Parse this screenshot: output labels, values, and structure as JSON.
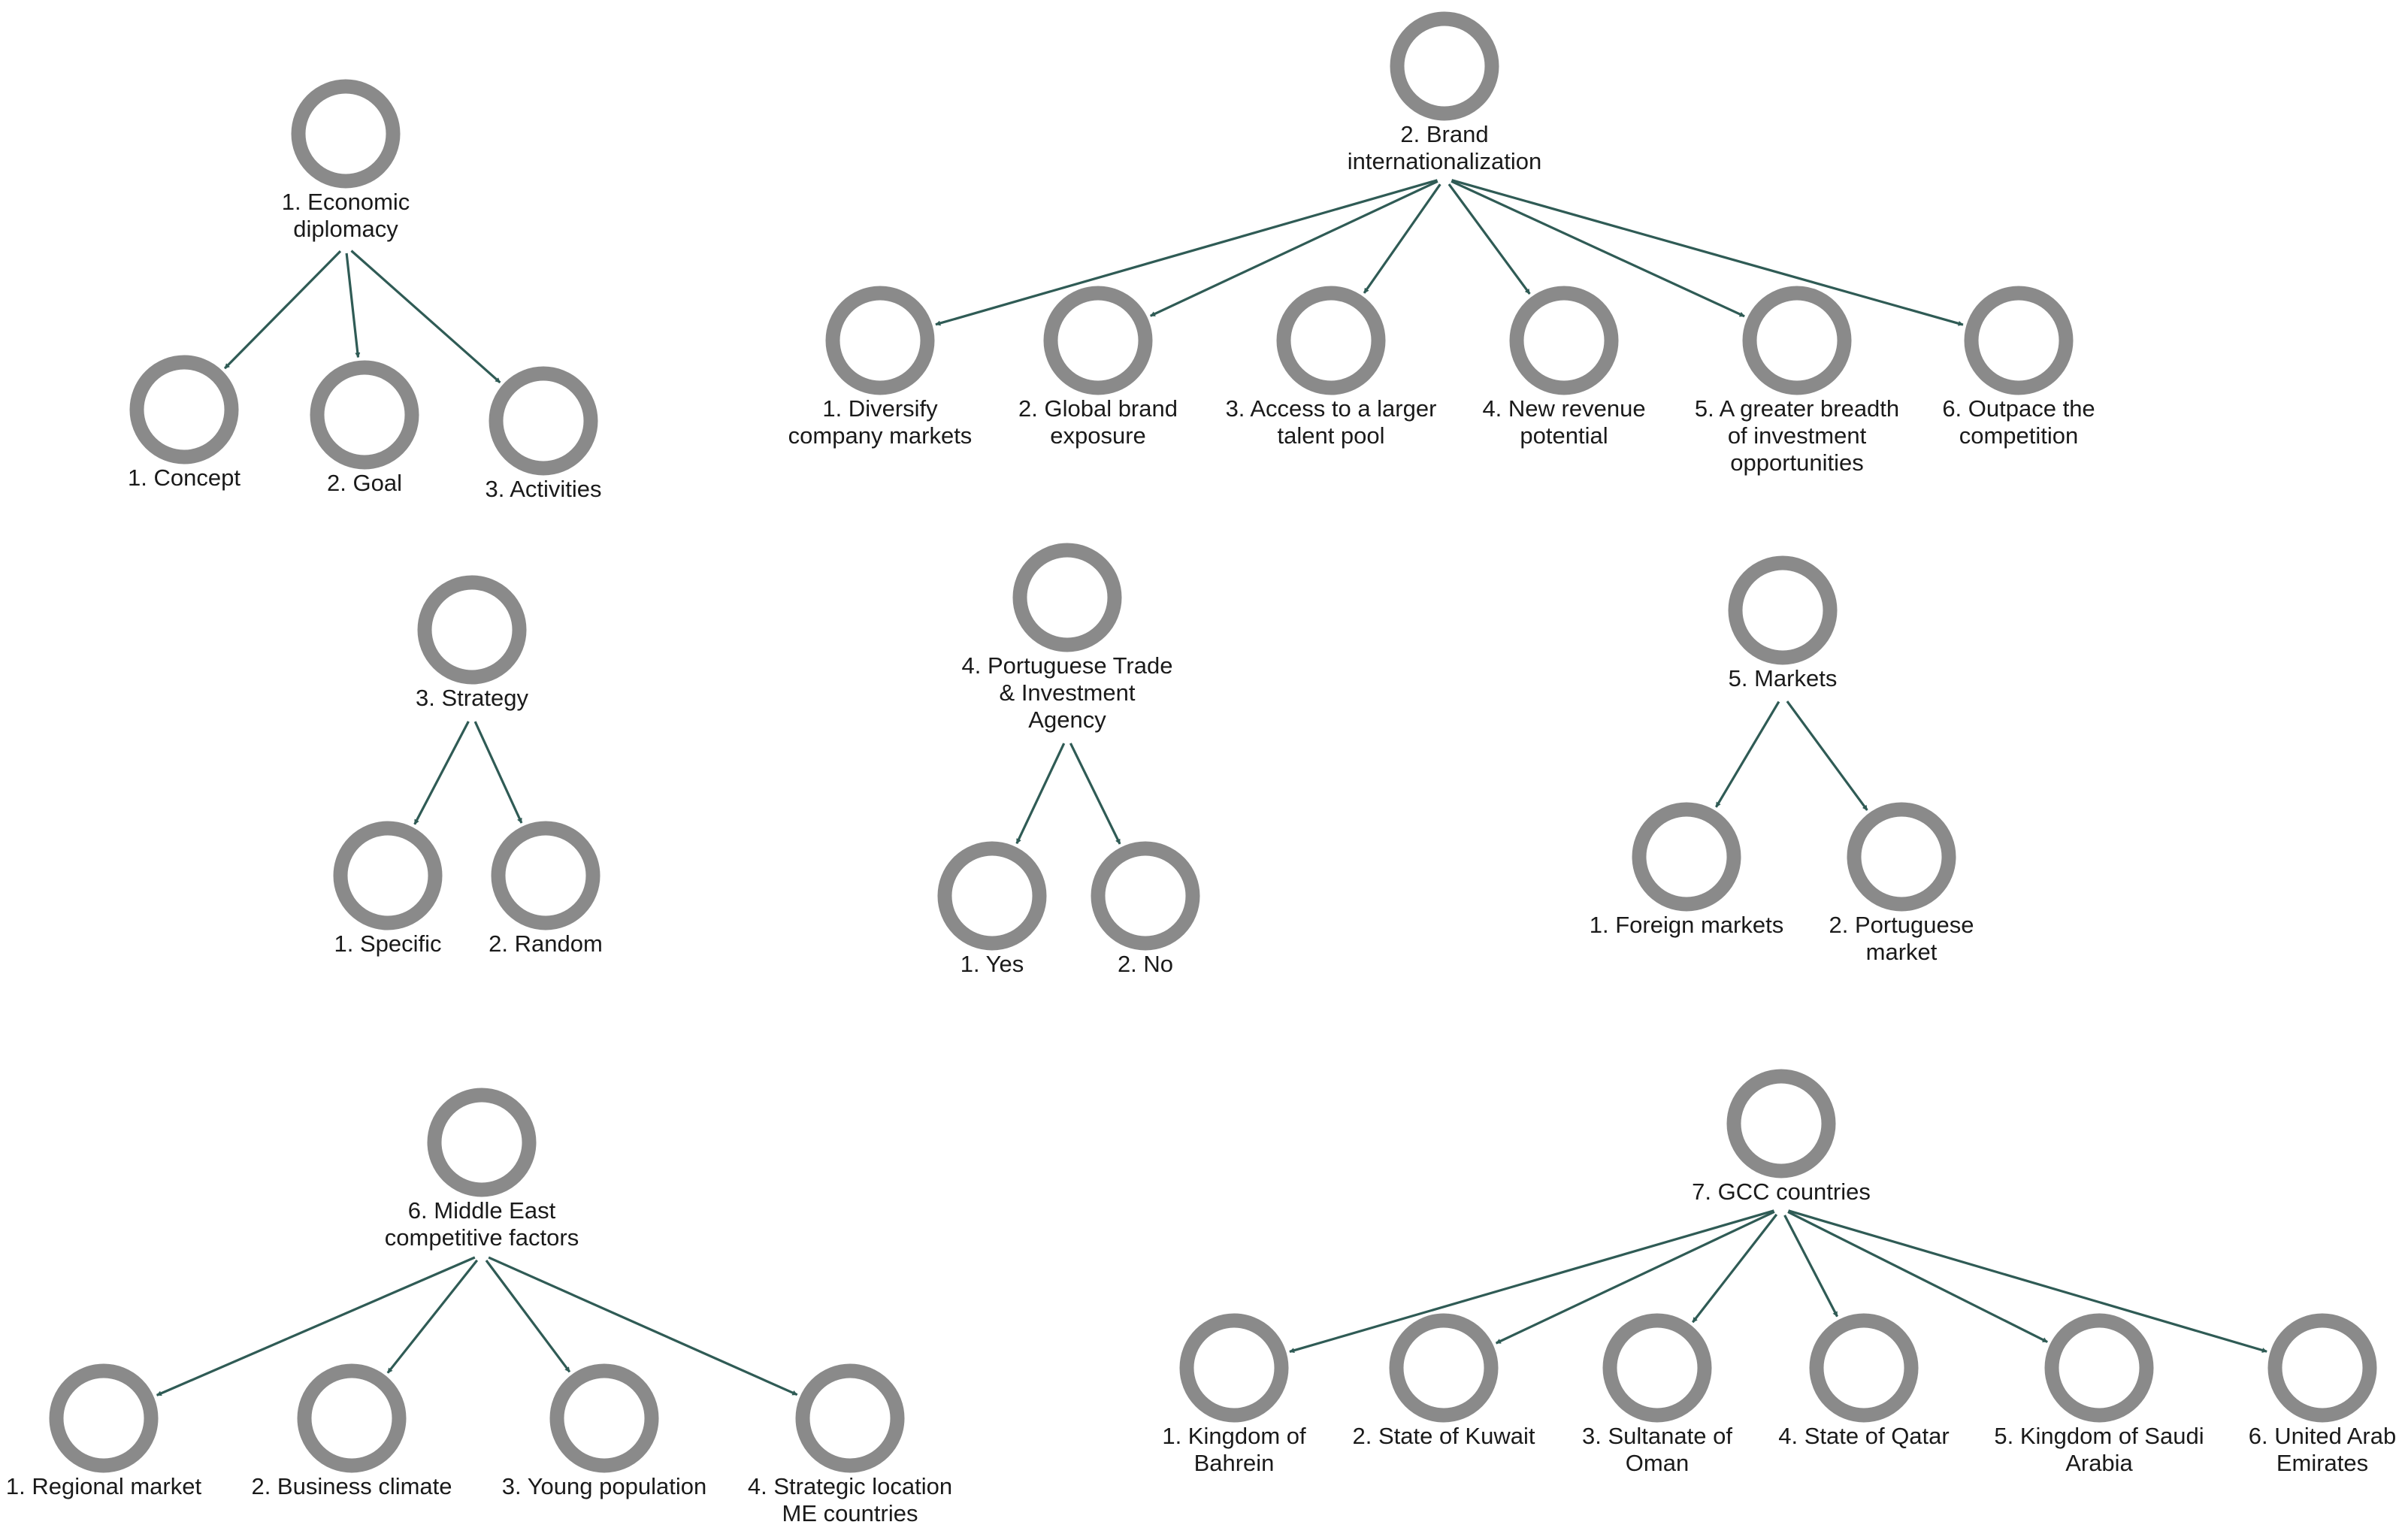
{
  "trees": [
    {
      "id": "economic-diplomacy",
      "root": {
        "label": [
          "1. Economic",
          "diplomacy"
        ]
      },
      "children": [
        {
          "label": [
            "1. Concept"
          ]
        },
        {
          "label": [
            "2. Goal"
          ]
        },
        {
          "label": [
            "3. Activities"
          ]
        }
      ]
    },
    {
      "id": "brand-internationalization",
      "root": {
        "label": [
          "2. Brand",
          "internationalization"
        ]
      },
      "children": [
        {
          "label": [
            "1. Diversify",
            "company markets"
          ]
        },
        {
          "label": [
            "2. Global brand",
            "exposure"
          ]
        },
        {
          "label": [
            "3. Access to a larger",
            "talent pool"
          ]
        },
        {
          "label": [
            "4. New revenue",
            "potential"
          ]
        },
        {
          "label": [
            "5. A greater breadth",
            "of investment",
            "opportunities"
          ]
        },
        {
          "label": [
            "6. Outpace the",
            "competition"
          ]
        }
      ]
    },
    {
      "id": "strategy",
      "root": {
        "label": [
          "3. Strategy"
        ]
      },
      "children": [
        {
          "label": [
            "1. Specific"
          ]
        },
        {
          "label": [
            "2. Random"
          ]
        }
      ]
    },
    {
      "id": "portuguese-trade-agency",
      "root": {
        "label": [
          "4. Portuguese Trade",
          "& Investment",
          "Agency"
        ]
      },
      "children": [
        {
          "label": [
            "1. Yes"
          ]
        },
        {
          "label": [
            "2. No"
          ]
        }
      ]
    },
    {
      "id": "markets",
      "root": {
        "label": [
          "5. Markets"
        ]
      },
      "children": [
        {
          "label": [
            "1. Foreign markets"
          ]
        },
        {
          "label": [
            "2. Portuguese",
            "market"
          ]
        }
      ]
    },
    {
      "id": "middle-east-factors",
      "root": {
        "label": [
          "6. Middle East",
          "competitive factors"
        ]
      },
      "children": [
        {
          "label": [
            "1. Regional market"
          ]
        },
        {
          "label": [
            "2. Business climate"
          ]
        },
        {
          "label": [
            "3. Young population"
          ]
        },
        {
          "label": [
            "4. Strategic location",
            "ME countries"
          ]
        }
      ]
    },
    {
      "id": "gcc-countries",
      "root": {
        "label": [
          "7. GCC countries"
        ]
      },
      "children": [
        {
          "label": [
            "1. Kingdom of",
            "Bahrein"
          ]
        },
        {
          "label": [
            "2. State of Kuwait"
          ]
        },
        {
          "label": [
            "3. Sultanate of",
            "Oman"
          ]
        },
        {
          "label": [
            "4. State of Qatar"
          ]
        },
        {
          "label": [
            "5. Kingdom of Saudi",
            "Arabia"
          ]
        },
        {
          "label": [
            "6. United Arab",
            "Emirates"
          ]
        }
      ]
    }
  ],
  "colors": {
    "node_stroke": "#8a8a8a",
    "edge": "#2f5b55",
    "text": "#1a1a1a",
    "background": "#ffffff"
  }
}
